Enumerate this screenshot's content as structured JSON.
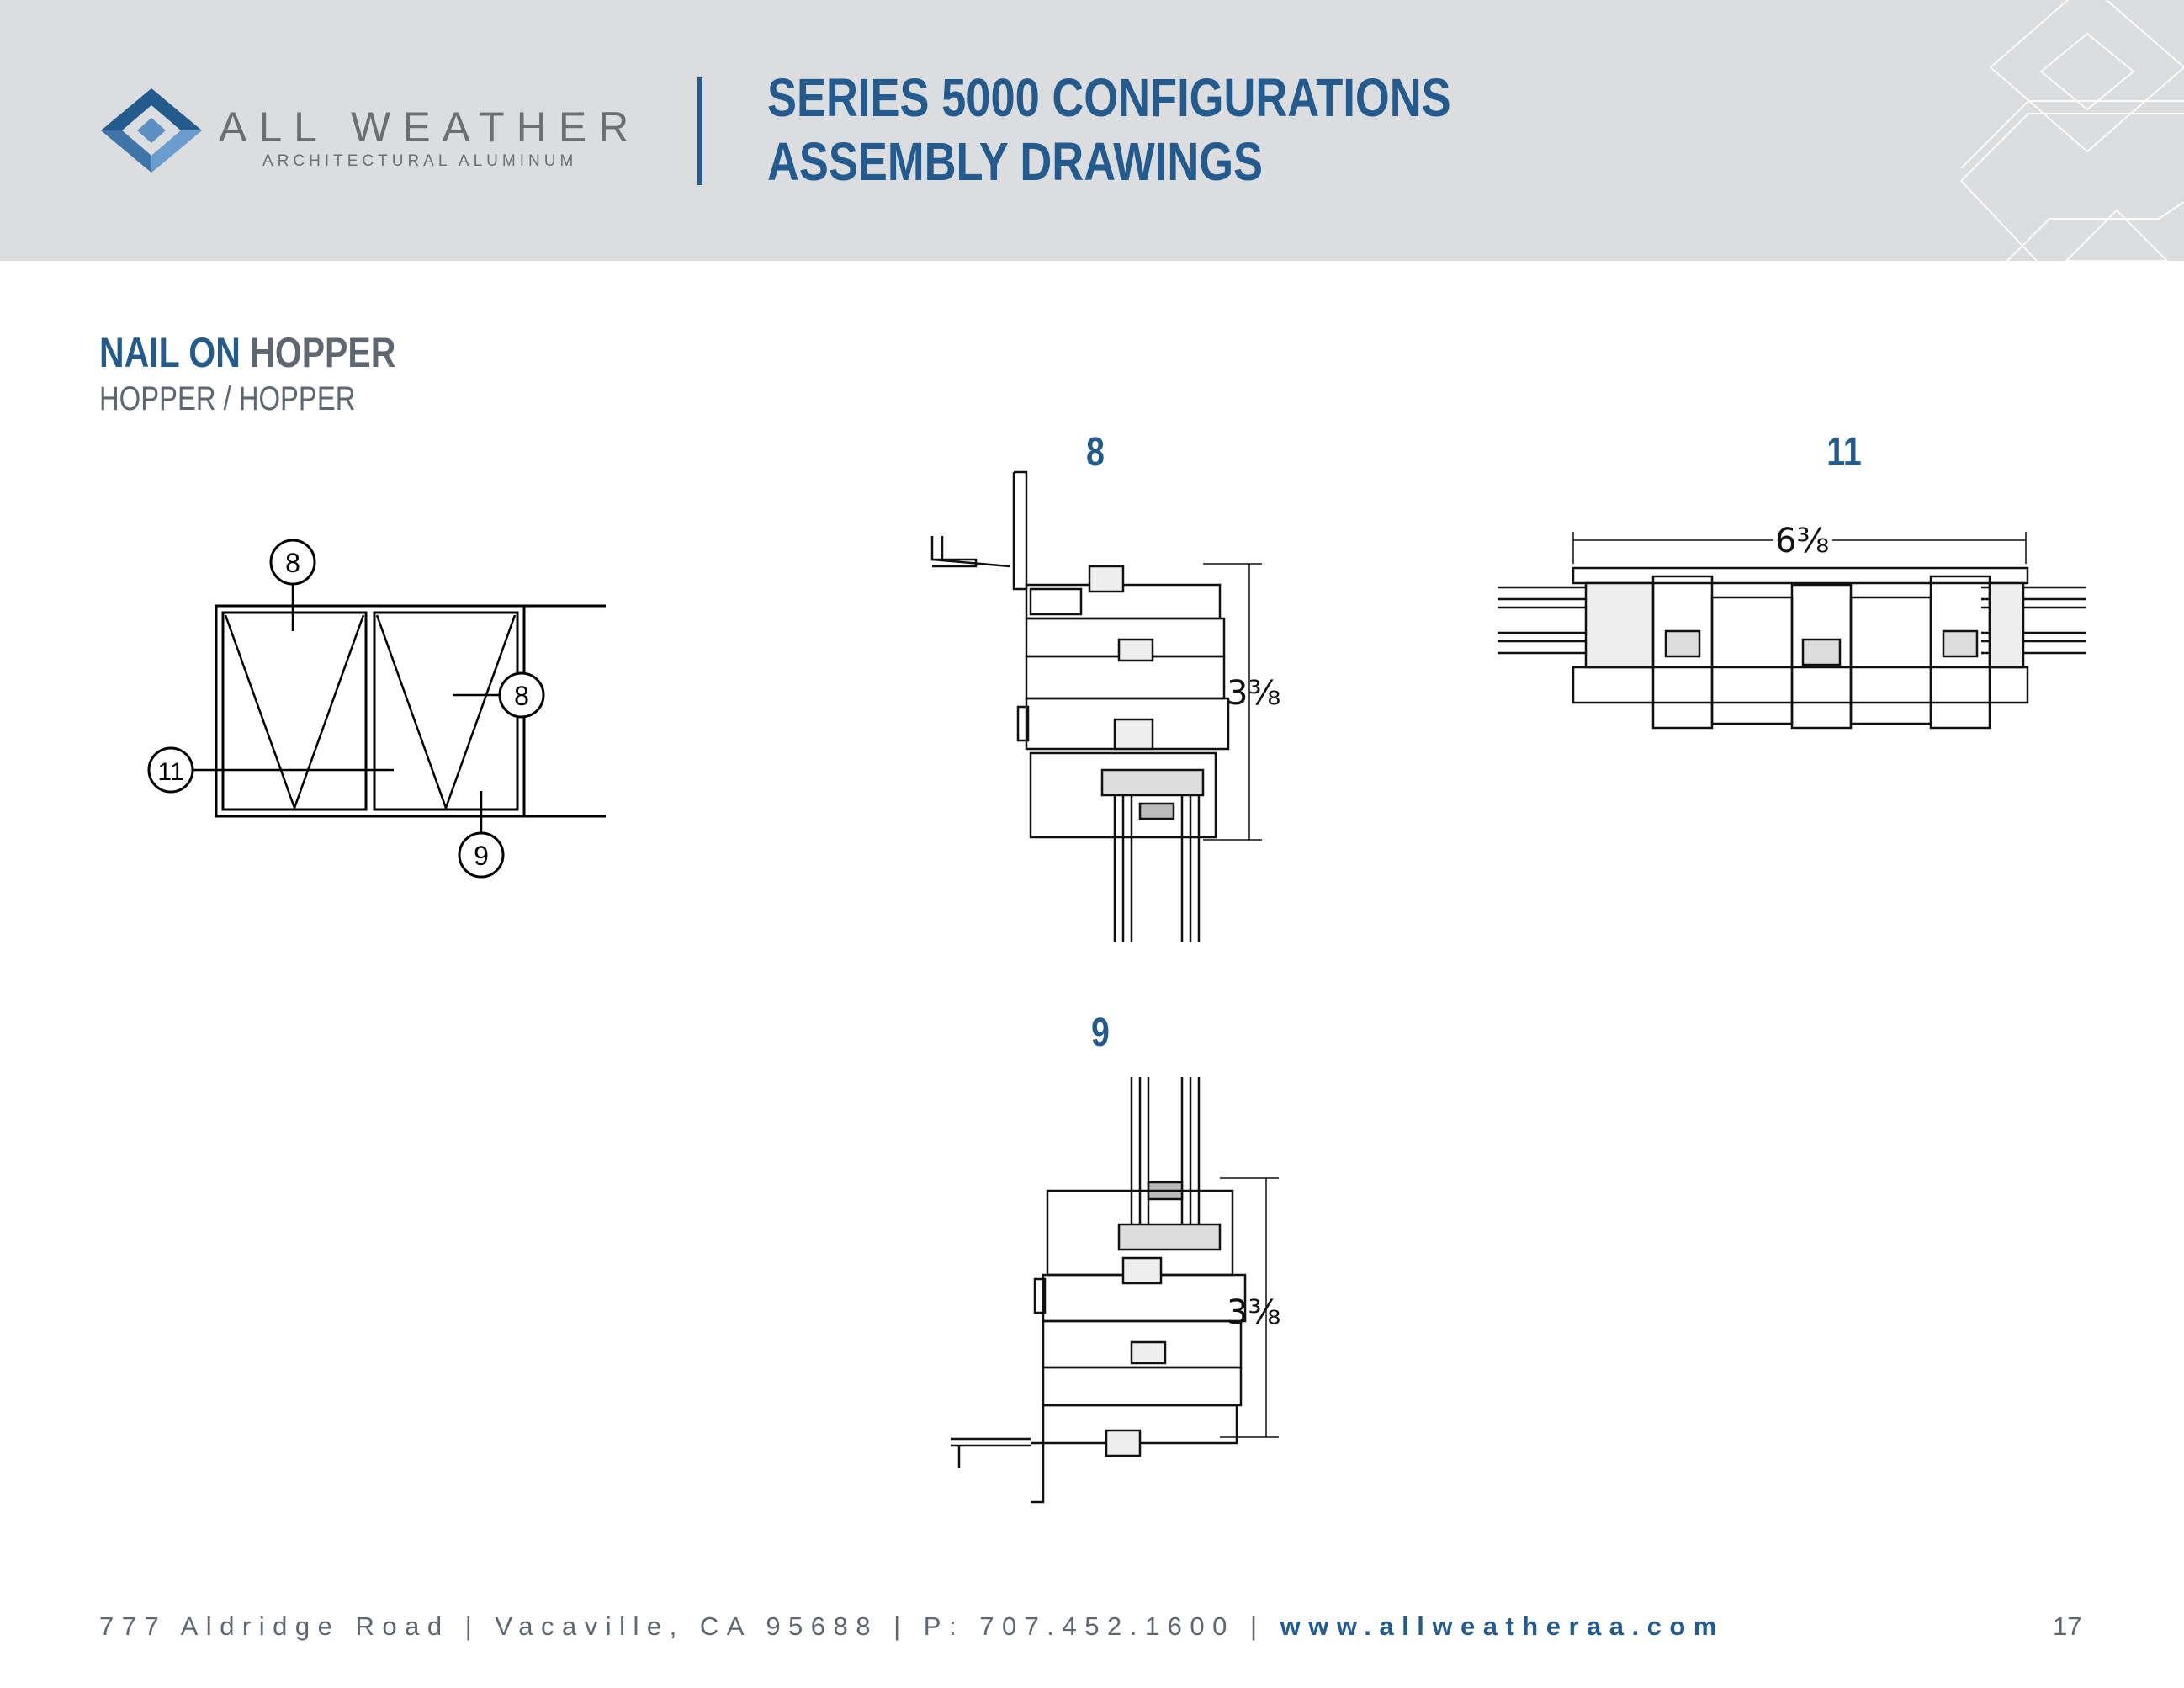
{
  "header": {
    "brand_name": "ALL WEATHER",
    "brand_sub": "ARCHITECTURAL ALUMINUM",
    "title_line1": "SERIES 5000 CONFIGURATIONS",
    "title_line2": "ASSEMBLY DRAWINGS"
  },
  "section": {
    "title_part1": "NAIL ON",
    "title_part2": "HOPPER",
    "subtitle": "HOPPER / HOPPER"
  },
  "elevation": {
    "callouts": [
      "8",
      "8",
      "11",
      "9"
    ]
  },
  "details": [
    {
      "label": "8",
      "dimension": "3⅜"
    },
    {
      "label": "11",
      "dimension": "6⅜"
    },
    {
      "label": "9",
      "dimension": "3⅜"
    }
  ],
  "footer": {
    "address": "777 Aldridge Road | Vacaville, CA 95688 | P: 707.452.1600 | ",
    "url": "www.allweatheraa.com",
    "page_number": "17"
  },
  "colors": {
    "brand_blue": "#245b8e",
    "header_bg": "#dcdddf",
    "gray_text": "#5e6770"
  }
}
